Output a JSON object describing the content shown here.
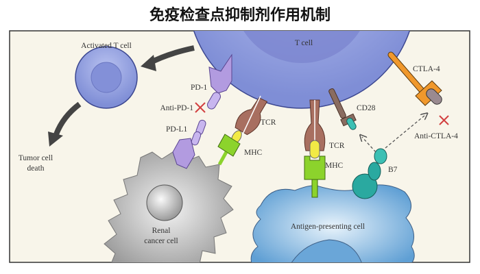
{
  "title": "免疫检查点抑制剂作用机制",
  "labels": {
    "t_cell": "T cell",
    "activated_t_cell": "Activated T cell",
    "tumor_cell_death_1": "Tumor cell",
    "tumor_cell_death_2": "death",
    "pd1": "PD-1",
    "anti_pd1": "Anti-PD-1",
    "pdl1": "PD-L1",
    "renal_1": "Renal",
    "renal_2": "cancer cell",
    "tcr_left": "TCR",
    "mhc_left": "MHC",
    "tcr_mid": "TCR",
    "mhc_mid": "MHC",
    "cd28": "CD28",
    "ctla4": "CTLA-4",
    "anti_ctla4": "Anti-CTLA-4",
    "b7": "B7",
    "apc": "Antigen-presenting cell"
  },
  "colors": {
    "background": "#f8f5ea",
    "t_cell": "#8d9ade",
    "pd1": "#b29be0",
    "tcr": "#a86f60",
    "mhc": "#8cd32c",
    "ctla4": "#f0982c",
    "b7": "#2aa9a0",
    "apc": "#7fb5df",
    "cancer": "#b8b8b8",
    "block_x": "#d24040"
  }
}
